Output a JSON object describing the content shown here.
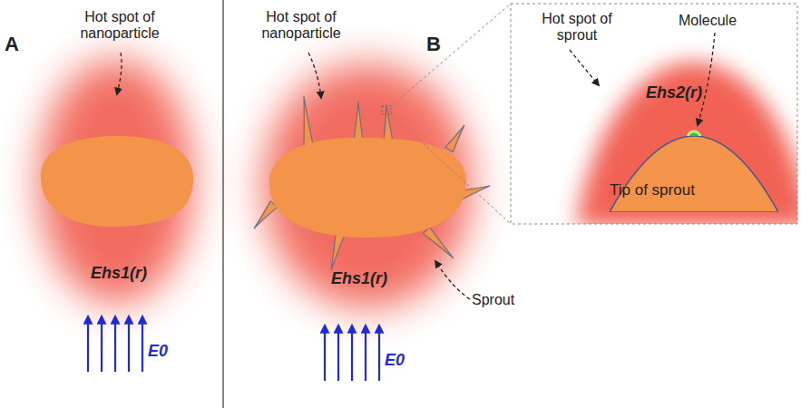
{
  "diagram": {
    "nodes": [
      {
        "text": [
          "Tip of sprout"
        ]
      }
    ],
    "labels": [
      "A",
      "Hot spot of nanoparticle",
      "Ehs1(r)",
      "E0",
      "Hot spot of nanoparticle",
      "B",
      "Ehs1(r)",
      "Sprout",
      "E0",
      "Hot spot of sprout",
      "Molecule",
      "Ehs2(r)"
    ]
  }
}
